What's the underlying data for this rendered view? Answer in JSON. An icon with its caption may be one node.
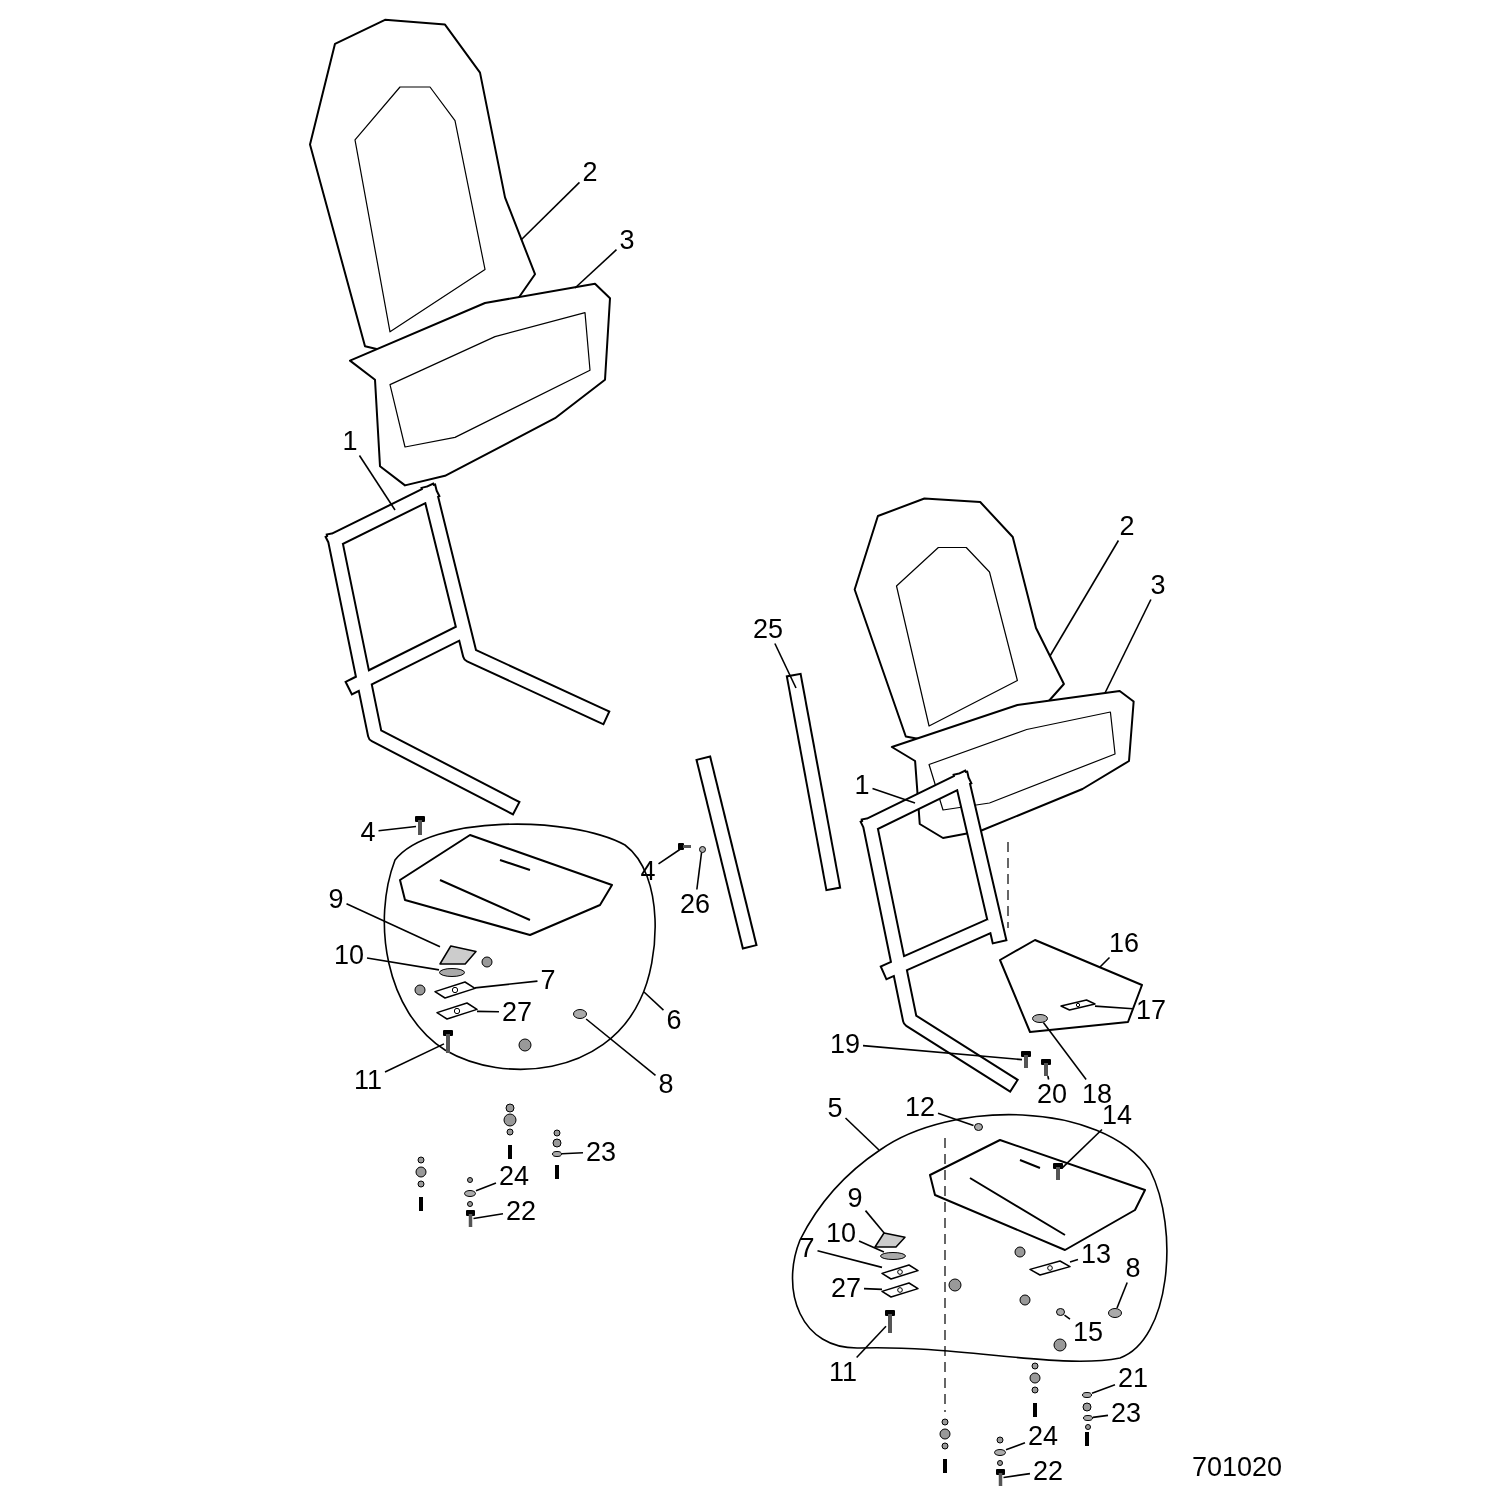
{
  "diagram": {
    "nodes": [
      {
        "text": [],
        "shape": "picture"
      },
      {
        "text": [],
        "shape": "picture"
      },
      {
        "text": [
          "1"
        ]
      },
      {
        "text": [
          "2"
        ]
      },
      {
        "text": [
          "3"
        ]
      },
      {
        "text": [
          "4"
        ]
      },
      {
        "text": [
          "9"
        ]
      },
      {
        "text": [
          "10"
        ]
      },
      {
        "text": [
          "7"
        ],
        "in": 0
      },
      {
        "text": [
          "27"
        ],
        "in": 0
      },
      {
        "text": [
          "11"
        ]
      },
      {
        "text": [
          "6"
        ]
      },
      {
        "text": [
          "8"
        ]
      },
      {
        "text": [
          "23"
        ]
      },
      {
        "text": [
          "24"
        ]
      },
      {
        "text": [
          "22"
        ]
      },
      {
        "text": [
          "25"
        ]
      },
      {
        "text": [
          "4"
        ]
      },
      {
        "text": [
          "26"
        ]
      },
      {
        "text": [
          "2"
        ]
      },
      {
        "text": [
          "3"
        ]
      },
      {
        "text": [
          "1"
        ]
      },
      {
        "text": [
          "16"
        ]
      },
      {
        "text": [
          "17"
        ]
      },
      {
        "text": [
          "19"
        ]
      },
      {
        "text": [
          "20"
        ]
      },
      {
        "text": [
          "18"
        ]
      },
      {
        "text": [
          "12"
        ]
      },
      {
        "text": [
          "14"
        ]
      },
      {
        "text": [
          "5"
        ]
      },
      {
        "text": [
          "9"
        ],
        "in": 1
      },
      {
        "text": [
          "10"
        ],
        "in": 1
      },
      {
        "text": [
          "7"
        ],
        "in": 1
      },
      {
        "text": [
          "27"
        ],
        "in": 1
      },
      {
        "text": [
          "11"
        ]
      },
      {
        "text": [
          "13"
        ],
        "in": 1
      },
      {
        "text": [
          "8"
        ],
        "in": 1
      },
      {
        "text": [
          "15"
        ],
        "in": 1
      },
      {
        "text": [
          "21"
        ]
      },
      {
        "text": [
          "23"
        ]
      },
      {
        "text": [
          "24"
        ]
      },
      {
        "text": [
          "22"
        ]
      },
      {
        "text": [],
        "shape": "picture"
      },
      {
        "text": [],
        "shape": "picture"
      },
      {
        "text": [],
        "shape": "picture"
      },
      {
        "text": [],
        "shape": "picture"
      },
      {
        "text": [],
        "shape": "picture",
        "in": 0
      },
      {
        "text": [],
        "shape": "circle",
        "in": 0
      },
      {
        "text": [],
        "shape": "picture",
        "in": 0
      },
      {
        "text": [],
        "shape": "picture",
        "in": 0
      },
      {
        "text": [],
        "shape": "picture",
        "in": 0
      },
      {
        "text": [],
        "shape": "circle",
        "in": 0
      },
      {
        "text": [],
        "shape": "circle"
      },
      {
        "text": [],
        "shape": "circle"
      },
      {
        "text": [],
        "shape": "picture"
      },
      {
        "text": [],
        "shape": "picture"
      },
      {
        "text": [],
        "shape": "picture"
      },
      {
        "text": [],
        "shape": "circle"
      },
      {
        "text": [],
        "shape": "picture"
      },
      {
        "text": [],
        "shape": "picture"
      },
      {
        "text": [],
        "shape": "picture"
      },
      {
        "text": [],
        "shape": "picture"
      },
      {
        "text": [],
        "shape": "picture",
        "in": 61
      },
      {
        "text": [],
        "shape": "picture"
      },
      {
        "text": [],
        "shape": "picture"
      },
      {
        "text": [],
        "shape": "circle",
        "in": 61
      },
      {
        "text": [],
        "shape": "circle",
        "in": 1
      },
      {
        "text": [],
        "shape": "picture",
        "in": 1
      },
      {
        "text": [],
        "shape": "picture",
        "in": 1
      },
      {
        "text": [],
        "shape": "circle",
        "in": 1
      },
      {
        "text": [],
        "shape": "picture",
        "in": 1
      },
      {
        "text": [],
        "shape": "picture",
        "in": 1
      },
      {
        "text": [],
        "shape": "picture",
        "in": 1
      },
      {
        "text": [],
        "shape": "picture",
        "in": 1
      },
      {
        "text": [],
        "shape": "circle",
        "in": 1
      },
      {
        "text": [],
        "shape": "circle",
        "in": 1
      },
      {
        "text": [],
        "shape": "circle"
      },
      {
        "text": [],
        "shape": "circle"
      },
      {
        "text": [],
        "shape": "circle"
      },
      {
        "text": [],
        "shape": "picture"
      }
    ],
    "edges": [
      {
        "from": 2,
        "to": 42,
        "arrow": "none"
      },
      {
        "from": 3,
        "to": 43,
        "arrow": "none"
      },
      {
        "from": 4,
        "to": 44,
        "arrow": "none"
      },
      {
        "from": 5,
        "to": 45,
        "arrow": "none"
      },
      {
        "from": 6,
        "to": 46,
        "arrow": "none"
      },
      {
        "from": 7,
        "to": 47,
        "arrow": "none"
      },
      {
        "from": 8,
        "to": 48,
        "arrow": "none"
      },
      {
        "from": 9,
        "to": 49,
        "arrow": "none"
      },
      {
        "from": 10,
        "to": 50,
        "arrow": "none"
      },
      {
        "from": 11,
        "to": 0,
        "arrow": "none"
      },
      {
        "from": 12,
        "to": 51,
        "arrow": "none"
      },
      {
        "from": 13,
        "to": 52,
        "arrow": "none"
      },
      {
        "from": 14,
        "to": 53,
        "arrow": "none"
      },
      {
        "from": 15,
        "to": 54,
        "arrow": "none"
      },
      {
        "from": 16,
        "to": 55,
        "arrow": "none"
      },
      {
        "from": 17,
        "to": 56,
        "arrow": "none"
      },
      {
        "from": 18,
        "to": 57,
        "arrow": "none"
      },
      {
        "from": 19,
        "to": 58,
        "arrow": "none"
      },
      {
        "from": 20,
        "to": 59,
        "arrow": "none"
      },
      {
        "from": 21,
        "to": 60,
        "arrow": "none"
      },
      {
        "from": 22,
        "to": 61,
        "arrow": "none"
      },
      {
        "from": 23,
        "to": 62,
        "arrow": "none"
      },
      {
        "from": 24,
        "to": 63,
        "arrow": "none"
      },
      {
        "from": 25,
        "to": 64,
        "arrow": "none"
      },
      {
        "from": 26,
        "to": 65,
        "arrow": "none"
      },
      {
        "from": 27,
        "to": 66,
        "arrow": "none"
      },
      {
        "from": 28,
        "to": 67,
        "arrow": "none"
      },
      {
        "from": 29,
        "to": 1,
        "arrow": "none"
      },
      {
        "from": 30,
        "to": 68,
        "arrow": "none"
      },
      {
        "from": 31,
        "to": 69,
        "arrow": "none"
      },
      {
        "from": 32,
        "to": 70,
        "arrow": "none"
      },
      {
        "from": 33,
        "to": 71,
        "arrow": "none"
      },
      {
        "from": 34,
        "to": 72,
        "arrow": "none"
      },
      {
        "from": 35,
        "to": 73,
        "arrow": "none"
      },
      {
        "from": 36,
        "to": 74,
        "arrow": "none"
      },
      {
        "from": 37,
        "to": 75,
        "arrow": "none"
      },
      {
        "from": 38,
        "to": 76,
        "arrow": "none"
      },
      {
        "from": 39,
        "to": 77,
        "arrow": "none"
      },
      {
        "from": 40,
        "to": 78,
        "arrow": "none"
      },
      {
        "from": 41,
        "to": 79,
        "arrow": "none"
      }
    ],
    "labels": [
      "701020"
    ]
  }
}
